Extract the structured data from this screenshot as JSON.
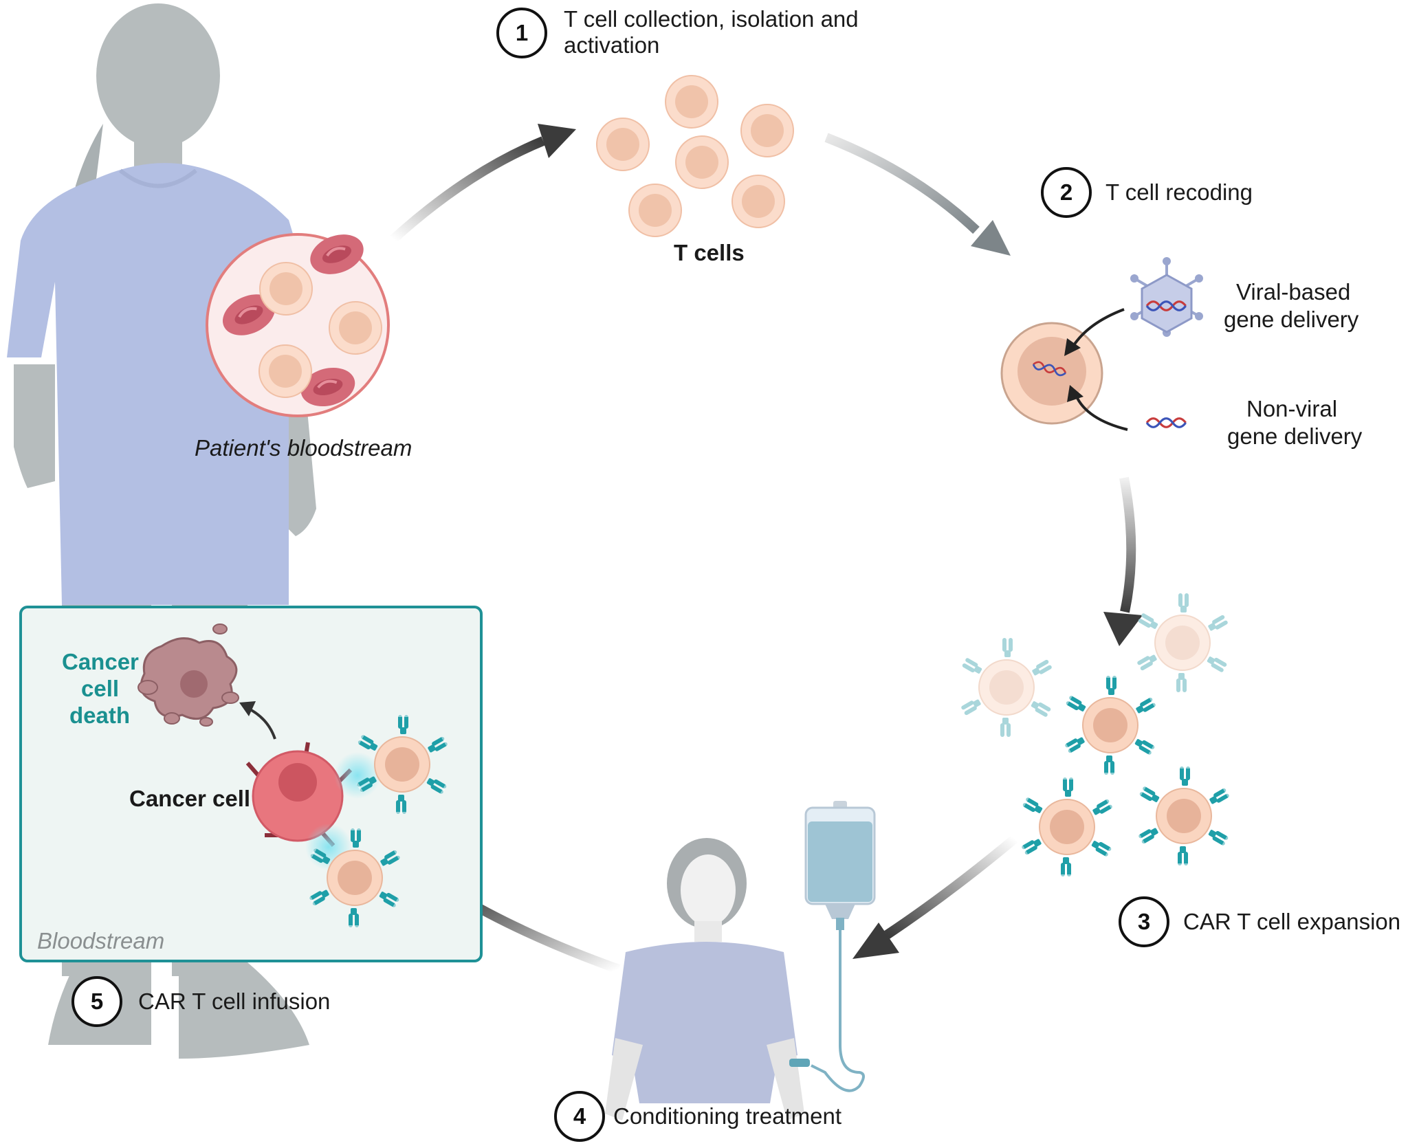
{
  "steps": [
    {
      "number": "1",
      "label_line1": "T cell collection, isolation and",
      "label_line2": "activation"
    },
    {
      "number": "2",
      "label": "T cell recoding"
    },
    {
      "number": "3",
      "label": "CAR T cell expansion"
    },
    {
      "number": "4",
      "label": "Conditioning treatment"
    },
    {
      "number": "5",
      "label": "CAR T cell infusion"
    }
  ],
  "labels": {
    "t_cells": "T cells",
    "patient_bloodstream": "Patient's bloodstream",
    "viral_line1": "Viral-based",
    "viral_line2": "gene delivery",
    "nonviral_line1": "Non-viral",
    "nonviral_line2": "gene delivery",
    "cancer_death_line1": "Cancer",
    "cancer_death_line2": "cell",
    "cancer_death_line3": "death",
    "cancer_cell": "Cancer cell",
    "bloodstream": "Bloodstream"
  },
  "colors": {
    "patient_silhouette": "#b6bcbd",
    "gown": "#b3bfe3",
    "rbc": "#d46a78",
    "t_cell": "#f6c9b2",
    "car_receptor": "#1f9fa8",
    "cancer_cell": "#e8767e",
    "panel_border": "#1f9196",
    "panel_fill": "#eef5f3",
    "accent_text": "#1a9090"
  }
}
